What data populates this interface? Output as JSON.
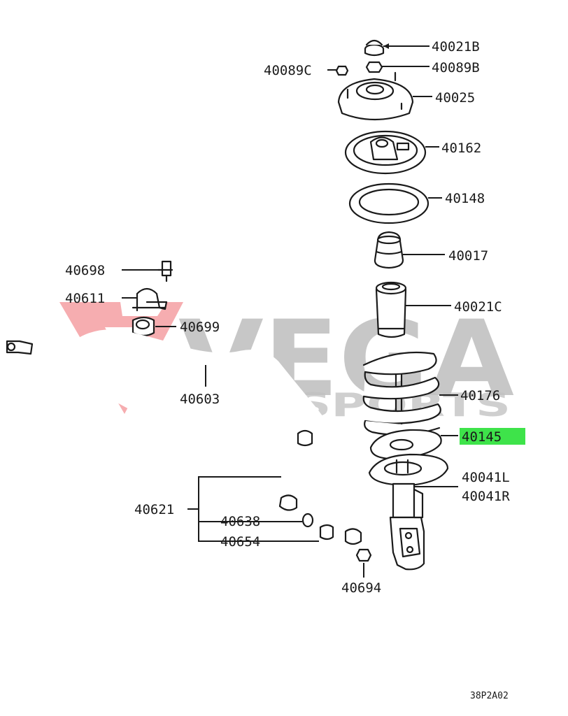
{
  "watermark": {
    "line1": "VEGA",
    "line2": "AUTOSPORTS",
    "colors": {
      "mark_red": "#e8232b",
      "text_gray": "#8e8e8e"
    }
  },
  "callouts": {
    "p40021B": "40021B",
    "p40089C": "40089C",
    "p40089B": "40089B",
    "p40025": "40025",
    "p40162": "40162",
    "p40148": "40148",
    "p40017": "40017",
    "p40021C": "40021C",
    "p40176": "40176",
    "p40145": "40145",
    "p40041L": "40041L",
    "p40041R": "40041R",
    "p40698": "40698",
    "p40611": "40611",
    "p40699": "40699",
    "p40603": "40603",
    "p40621": "40621",
    "p40638": "40638",
    "p40654": "40654",
    "p40694": "40694"
  },
  "highlight": {
    "part": "40145",
    "color": "#3ee34a"
  },
  "diagram_code": "38P2A02"
}
